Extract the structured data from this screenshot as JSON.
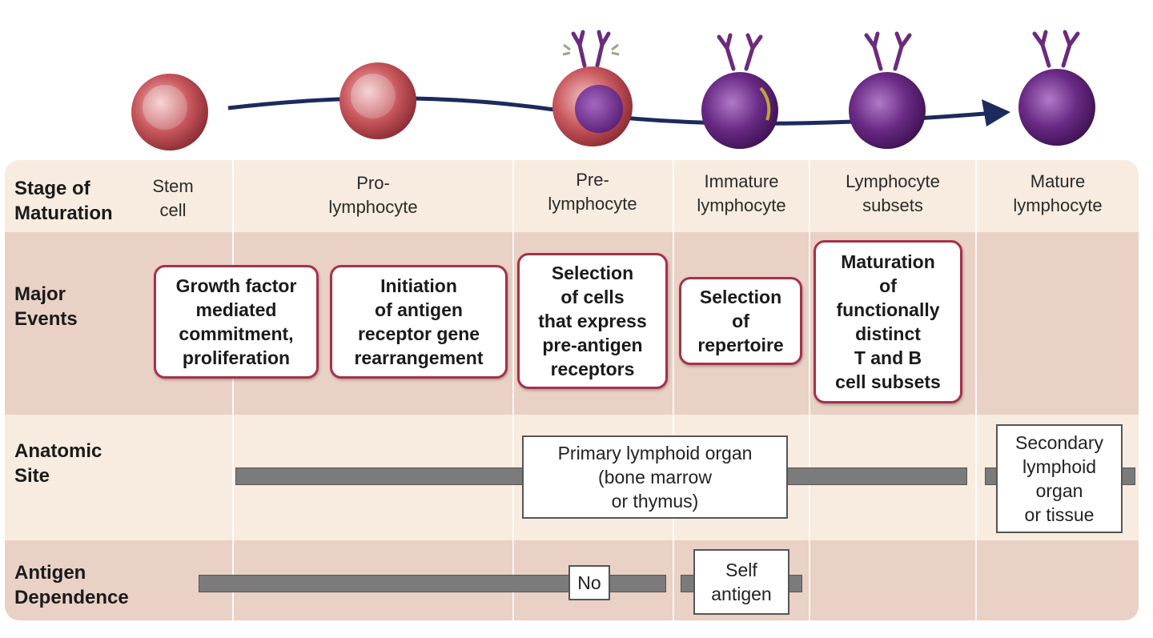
{
  "stages": [
    {
      "label": "Stem\ncell"
    },
    {
      "label": "Pro-\nlymphocyte"
    },
    {
      "label": "Pre-\nlymphocyte"
    },
    {
      "label": "Immature\nlymphocyte"
    },
    {
      "label": "Lymphocyte\nsubsets"
    },
    {
      "label": "Mature\nlymphocyte"
    }
  ],
  "row_headers": {
    "stage": "Stage of\nMaturation",
    "events": "Major\nEvents",
    "site": "Anatomic\nSite",
    "antigen": "Antigen\nDependence"
  },
  "events": [
    "Growth factor\nmediated\ncommitment,\nproliferation",
    "Initiation\nof antigen\nreceptor gene\nrearrangement",
    "Selection\nof cells\nthat express\npre-antigen\nreceptors",
    "Selection\nof\nrepertoire",
    "Maturation\nof\nfunctionally\ndistinct\nT and B\ncell subsets"
  ],
  "anatomic_site": {
    "primary": "Primary lymphoid organ\n(bone marrow\nor thymus)",
    "secondary": "Secondary\nlymphoid\norgan\nor tissue"
  },
  "antigen_dependence": {
    "no": "No",
    "self": "Self\nantigen"
  },
  "colors": {
    "event_border": "#a8304a",
    "cream": "#f7ecdf",
    "rose": "#e9d1c5",
    "bar": "#7b7b7b",
    "arrow": "#1c2a5e",
    "cell_pink": "#b8474f",
    "cell_purple": "#5e2470"
  }
}
